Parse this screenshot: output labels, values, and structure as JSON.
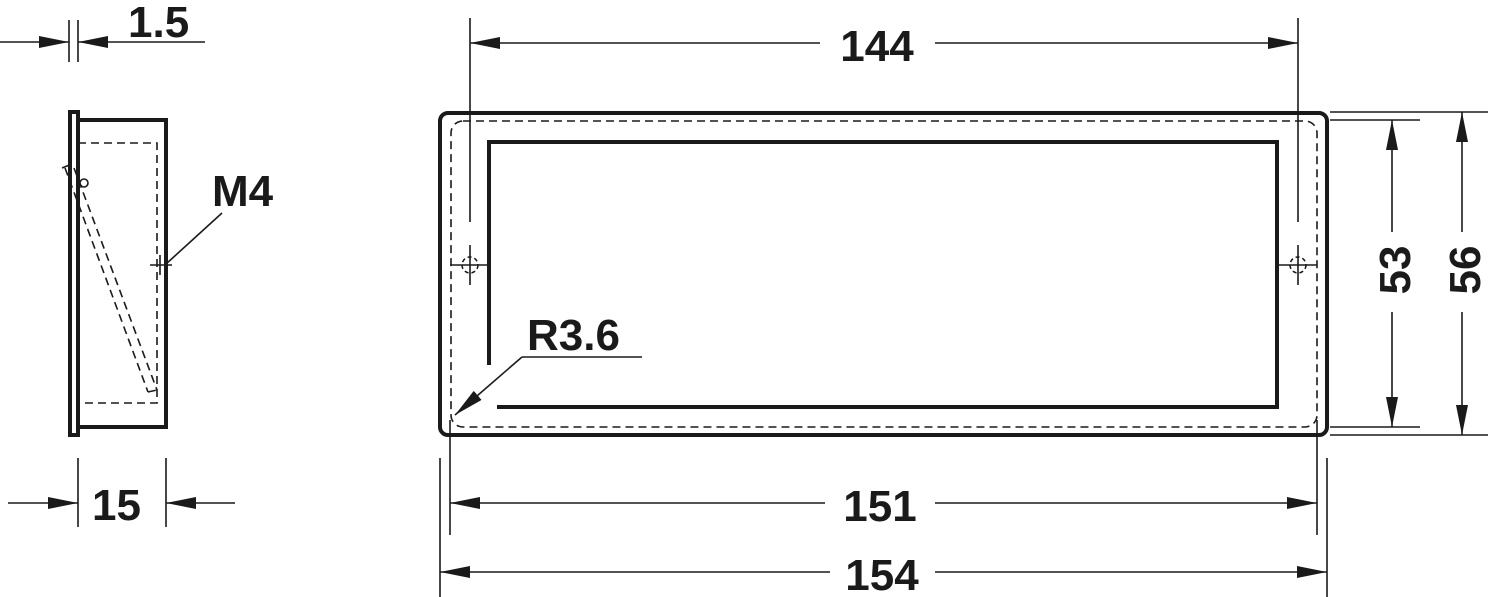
{
  "drawing": {
    "line_color": "#1a1a1a",
    "side_view": {
      "dim_flange": "1.5",
      "dim_depth": "15",
      "thread_label": "M4"
    },
    "front_view": {
      "dim_hole_spacing": "144",
      "dim_inner_width": "151",
      "dim_outer_width": "154",
      "dim_inner_height": "53",
      "dim_outer_height": "56",
      "corner_radius": "R3.6"
    }
  }
}
